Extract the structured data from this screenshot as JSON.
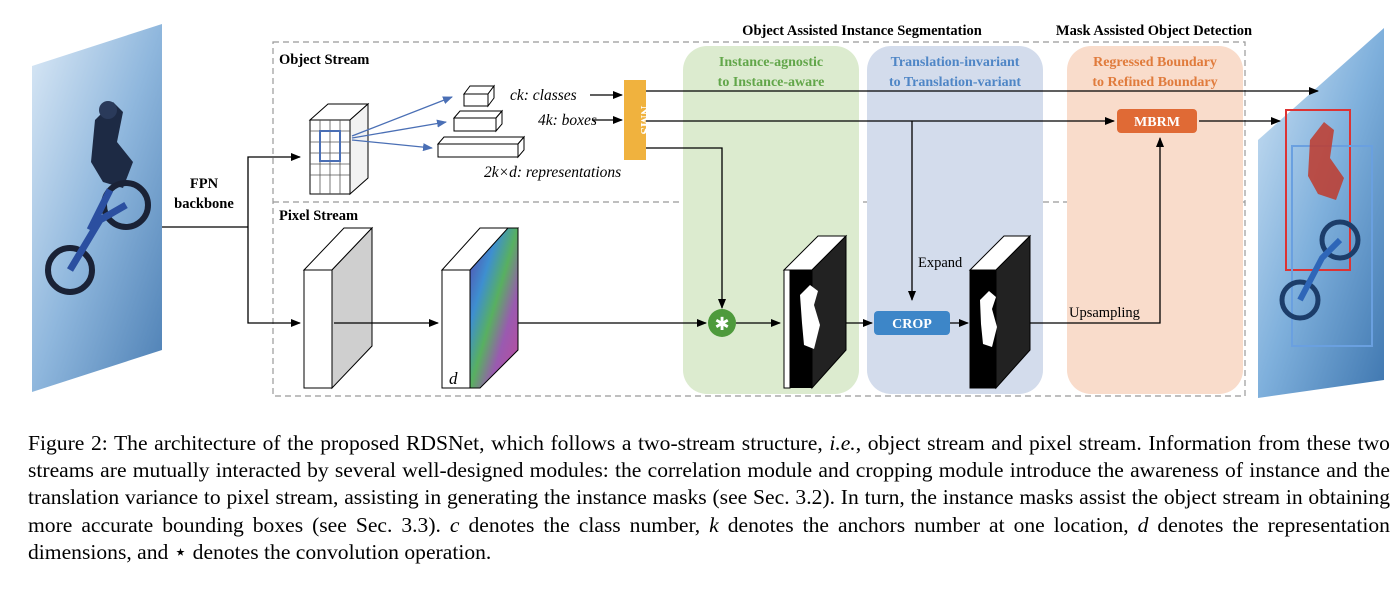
{
  "figure": {
    "header_object_assisted": "Object Assisted Instance Segmentation",
    "header_mask_assisted": "Mask Assisted Object Detection",
    "object_stream_label": "Object Stream",
    "pixel_stream_label": "Pixel Stream",
    "fpn_line1": "FPN",
    "fpn_line2": "backbone",
    "out_classes": "ck: classes",
    "out_boxes": "4k: boxes",
    "out_representations": "2k×d: representations",
    "nms_label": "NMS",
    "green_line1": "Instance-agnostic",
    "green_line2": "to Instance-aware",
    "blue_line1": "Translation-invariant",
    "blue_line2": "to Translation-variant",
    "orange_line1": "Regressed Boundary",
    "orange_line2": "to Refined Boundary",
    "mbrm_label": "MBRM",
    "crop_label": "CROP",
    "expand_label": "Expand",
    "upsampling_label": "Upsampling",
    "d_label": "d",
    "colors": {
      "green_panel": "#dcebcf",
      "blue_panel": "#d3dcec",
      "orange_panel": "#f9dccb",
      "green_text": "#62a64a",
      "blue_text": "#4f86c6",
      "orange_text": "#e07b3c",
      "nms_fill": "#f0b23e",
      "mbrm_fill": "#e06a35",
      "crop_fill": "#3d86c8",
      "star_fill": "#4e9a3c",
      "arrow_blue": "#4a6fb5"
    }
  },
  "caption": {
    "p1": "Figure 2: The architecture of the proposed RDSNet, which follows a two-stream structure, ",
    "p2": "i.e.",
    "p3": ", object stream and pixel stream. Information from these two streams are mutually interacted by several well-designed modules: the correlation module and cropping module introduce the awareness of instance and the translation variance to pixel stream, assisting in generating the instance masks (see Sec. 3.2). In turn, the instance masks assist the object stream in obtaining more accurate bounding boxes (see Sec. 3.3). ",
    "p4": "c",
    "p5": " denotes the class number, ",
    "p6": "k",
    "p7": " denotes the anchors number at one location, ",
    "p8": "d",
    "p9": " denotes the representation dimensions, and ⋆ denotes the convolution operation."
  }
}
